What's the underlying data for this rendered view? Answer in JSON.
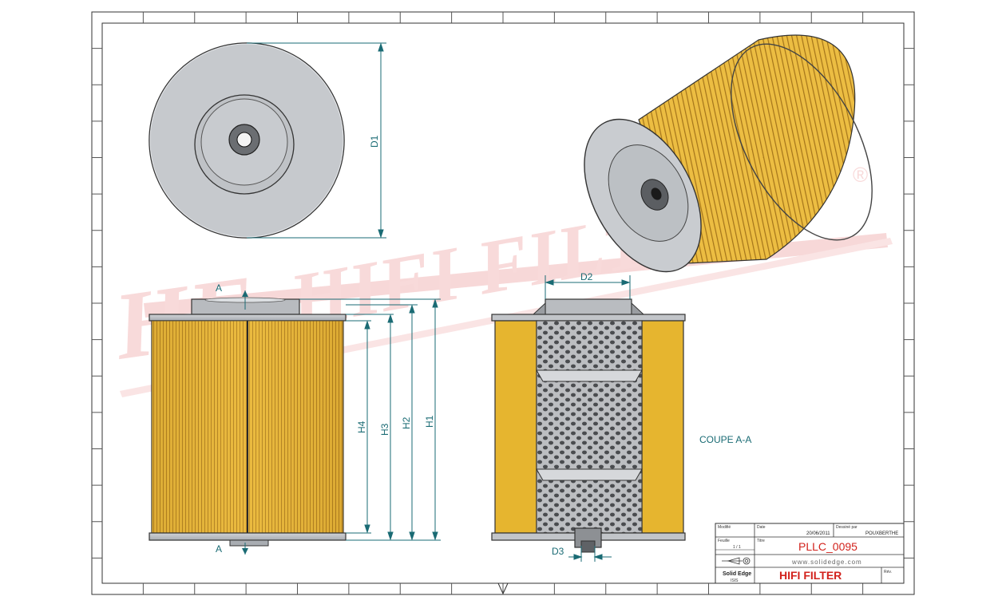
{
  "watermark": {
    "text": "HIFI FILTER",
    "mark": "HF",
    "registered": "®"
  },
  "dimensions": {
    "d1": "D1",
    "d2": "D2",
    "d3": "D3",
    "h1": "H1",
    "h2": "H2",
    "h3": "H3",
    "h4": "H4"
  },
  "section": {
    "marker": "A",
    "caption": "COUPE A-A"
  },
  "title_block": {
    "field_1": "Modifié",
    "field_2": "Date",
    "field_3": "Dessiné par",
    "date_value": "20/06/2011",
    "author_value": "POUXBERTHE",
    "field_4": "Feuille",
    "sheet_value": "1 / 1",
    "field_5": "Titre",
    "part_number": "PLLC_0095",
    "website": "www.solidedge.com",
    "software": "Solid Edge",
    "software_sub": "ISIS",
    "brand": "HIFI FILTER",
    "revision_label": "Rév."
  },
  "colors": {
    "dimension": "#1a6b74",
    "media": "#e6b535",
    "watermark": "#f4c2c2",
    "brand": "#d2221c"
  }
}
